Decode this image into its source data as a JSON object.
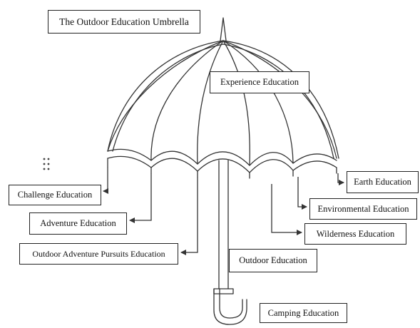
{
  "diagram": {
    "title": "The Outdoor Education Umbrella",
    "labels": {
      "experience": "Experience Education",
      "earth": "Earth Education",
      "environmental": "Environmental Education",
      "wilderness": "Wilderness Education",
      "challenge": "Challenge Education",
      "adventure": "Adventure Education",
      "outdoor_adventure_pursuits": "Outdoor Adventure Pursuits Education",
      "outdoor": "Outdoor Education",
      "camping": "Camping Education"
    }
  },
  "colors": {
    "line": "#333333",
    "box_border": "#222222",
    "text": "#111111",
    "background": "#ffffff"
  },
  "icons": {
    "handle": "drag-handle-icon"
  }
}
